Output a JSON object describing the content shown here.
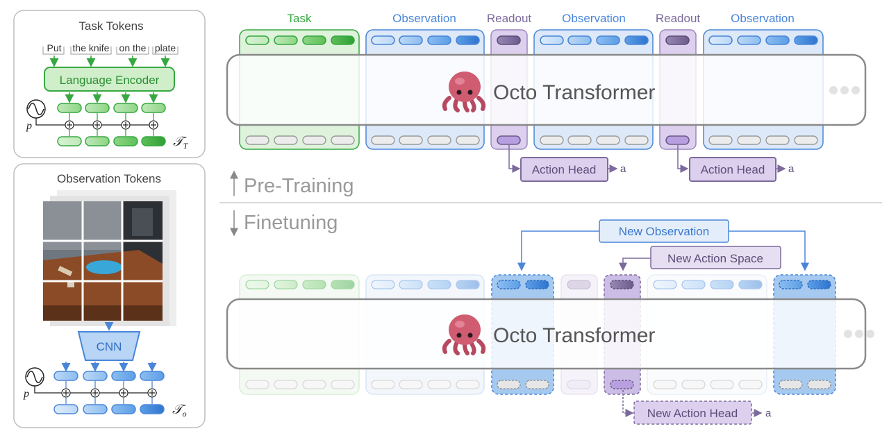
{
  "task_panel": {
    "title": "Task Tokens",
    "words": [
      "Put",
      "the knife",
      "on the",
      "plate"
    ],
    "encoder_label": "Language Encoder",
    "pos_label": "p",
    "output_symbol": "𝒯",
    "output_sub": "T"
  },
  "obs_panel": {
    "title": "Observation Tokens",
    "cnn_label": "CNN",
    "pos_label": "p",
    "output_symbol": "𝒯",
    "output_sub": "o"
  },
  "pretraining": {
    "group_labels": [
      "Task",
      "Observation",
      "Readout",
      "Observation",
      "Readout",
      "Observation"
    ],
    "transformer_label": "Octo Transformer",
    "action_head_label": "Action Head",
    "action_output": "a"
  },
  "stages": {
    "pretraining_label": "Pre-Training",
    "finetuning_label": "Finetuning"
  },
  "finetuning": {
    "transformer_label": "Octo Transformer",
    "new_observation_label": "New Observation",
    "new_action_space_label": "New Action Space",
    "new_action_head_label": "New Action Head",
    "action_output": "a"
  },
  "colors": {
    "task_green": "#35a840",
    "observation_blue": "#4a86d8",
    "readout_purple": "#7d6a9c",
    "transformer_border": "#8a8a8a",
    "stage_text": "#9a9a9a"
  },
  "icons": {
    "mascot": "octopus-icon",
    "positional": "sine-wave-icon",
    "add": "plus-circle-icon",
    "continuation": "ellipsis-icon"
  }
}
